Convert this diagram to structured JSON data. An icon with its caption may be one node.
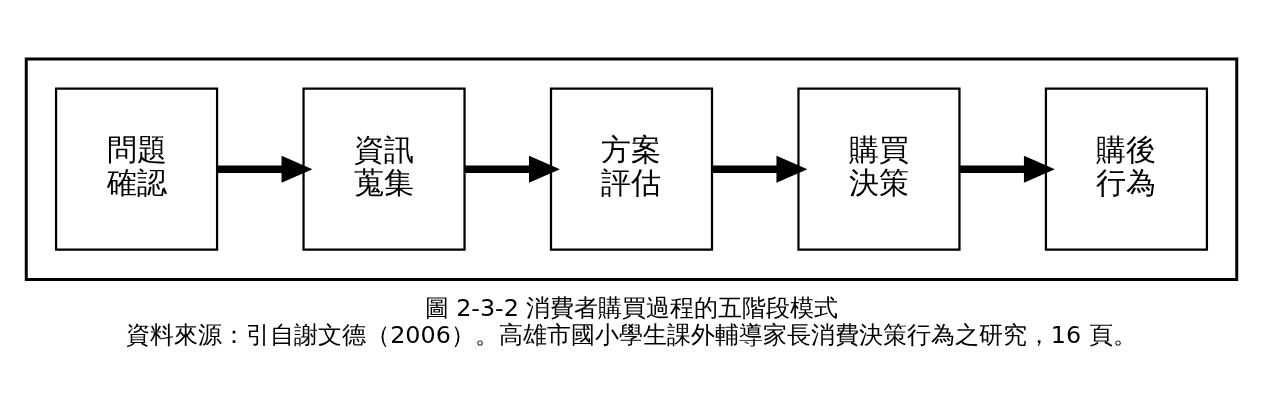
{
  "diagram": {
    "title": "圖 2-3-2 消費者購買過程的五階段模式",
    "caption": "資料來源：引自謝文德（2006）。高雄市國小學生課外輔導家長消費決策行為之研究，16 頁。",
    "nodes": [
      {
        "text": [],
        "shape": "box"
      },
      {
        "text": [
          "問題確認"
        ],
        "in": 0
      },
      {
        "text": [
          "資訊蒐集"
        ],
        "in": 0
      },
      {
        "text": [
          "方案評估"
        ],
        "in": 0
      },
      {
        "text": [
          "購買決策"
        ],
        "in": 0
      },
      {
        "text": [
          "購後行為"
        ],
        "in": 0
      }
    ],
    "edges": [
      {
        "from": 1,
        "to": 2,
        "arrow": "to"
      },
      {
        "from": 2,
        "to": 3,
        "arrow": "to"
      },
      {
        "from": 3,
        "to": 4,
        "arrow": "to"
      },
      {
        "from": 4,
        "to": 5,
        "arrow": "to"
      }
    ]
  }
}
